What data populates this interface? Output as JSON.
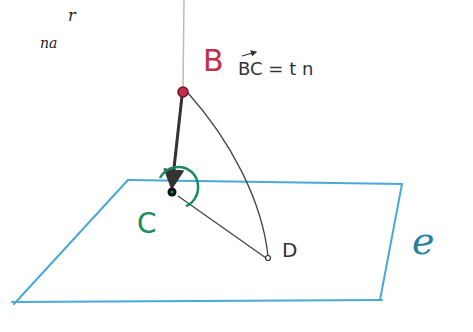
{
  "diagram": {
    "labels": [
      "r",
      "na",
      "B",
      "BC = t n",
      "C",
      "D",
      "e"
    ]
  }
}
